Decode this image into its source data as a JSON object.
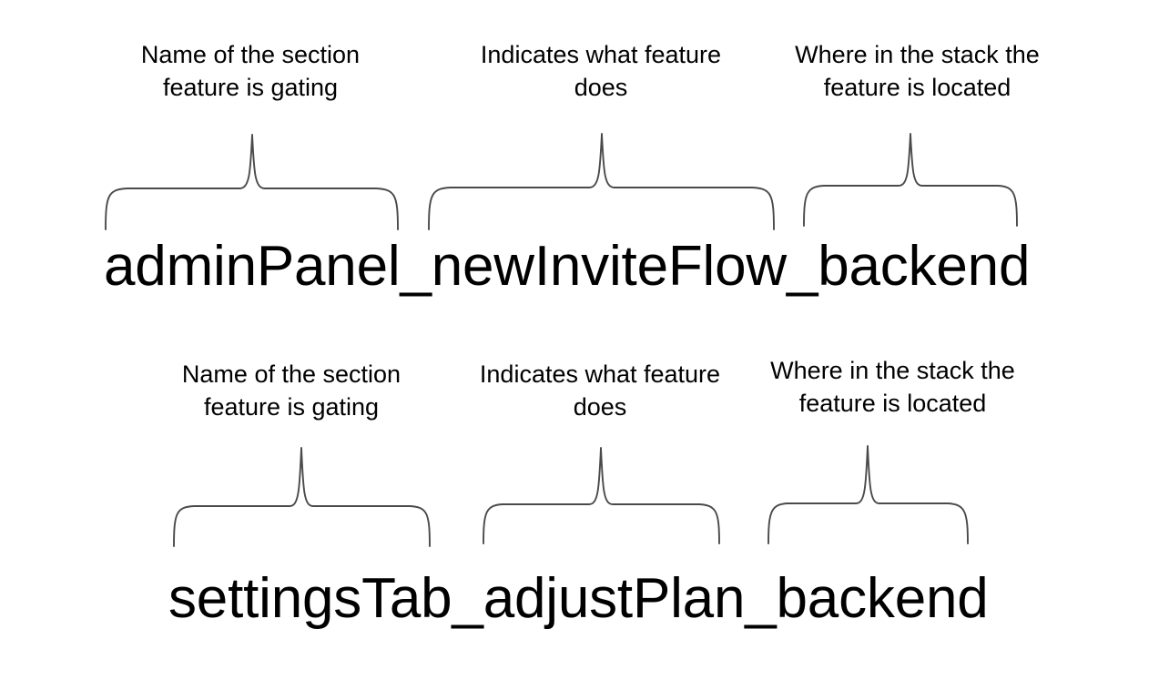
{
  "page": {
    "background_color": "#ffffff",
    "text_color": "#000000",
    "brace_color": "#4a4a4a"
  },
  "rows": [
    {
      "id": "row-1",
      "flag_name": "adminPanel_newInviteFlow_backend",
      "segments": [
        {
          "key": "section",
          "text": "adminPanel",
          "label": "Name of the section feature is gating",
          "label_line_1": "Name of the section",
          "label_line_2": "feature is gating"
        },
        {
          "key": "behavior",
          "text": "newInviteFlow",
          "label": "Indicates what feature does",
          "label_line_1": "Indicates what feature",
          "label_line_2": "does"
        },
        {
          "key": "layer",
          "text": "backend",
          "label": "Where in the stack the feature is located",
          "label_line_1": "Where in the stack the",
          "label_line_2": "feature is located"
        }
      ]
    },
    {
      "id": "row-2",
      "flag_name": "settingsTab_adjustPlan_backend",
      "segments": [
        {
          "key": "section",
          "text": "settingsTab",
          "label": "Name of the section feature is gating",
          "label_line_1": "Name of the section",
          "label_line_2": "feature is gating"
        },
        {
          "key": "behavior",
          "text": "adjustPlan",
          "label": "Indicates what feature does",
          "label_line_1": "Indicates what feature",
          "label_line_2": "does"
        },
        {
          "key": "layer",
          "text": "backend",
          "label": "Where in the stack the feature is located",
          "label_line_1": "Where in the stack the",
          "label_line_2": "feature is located"
        }
      ]
    }
  ]
}
